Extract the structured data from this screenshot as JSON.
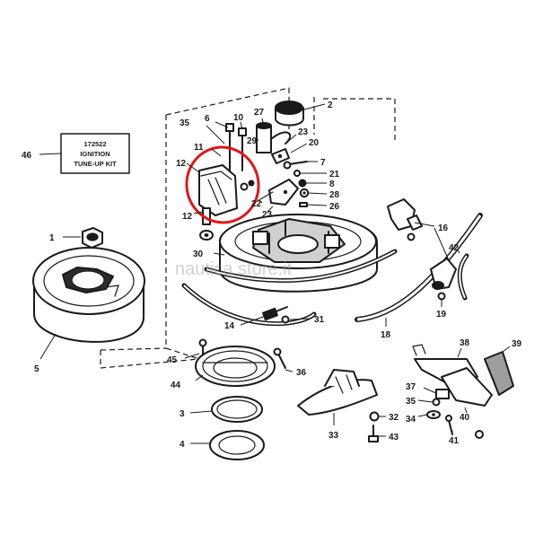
{
  "kit_box": {
    "part_number": "172522",
    "line1": "IGNITION",
    "line2": "TUNE-UP KIT",
    "callout": "46"
  },
  "watermark": "nautica store.it",
  "highlight": {
    "color": "#e0161c",
    "target_part": "12"
  },
  "callouts": {
    "c1": "1",
    "c2": "2",
    "c3": "3",
    "c4": "4",
    "c5": "5",
    "c6": "6",
    "c7": "7",
    "c8": "8",
    "c10": "10",
    "c11": "11",
    "c12a": "12",
    "c12b": "12",
    "c14": "14",
    "c16": "16",
    "c18": "18",
    "c19": "19",
    "c20": "20",
    "c21": "21",
    "c22": "22",
    "c23a": "23",
    "c23b": "23",
    "c26": "26",
    "c27": "27",
    "c28": "28",
    "c29": "29",
    "c30": "30",
    "c31": "31",
    "c32": "32",
    "c33": "33",
    "c34": "34",
    "c35a": "35",
    "c35b": "35",
    "c36": "36",
    "c37": "37",
    "c38": "38",
    "c39": "39",
    "c40": "40",
    "c41": "41",
    "c42": "42",
    "c43": "43",
    "c44": "44",
    "c45": "45"
  }
}
